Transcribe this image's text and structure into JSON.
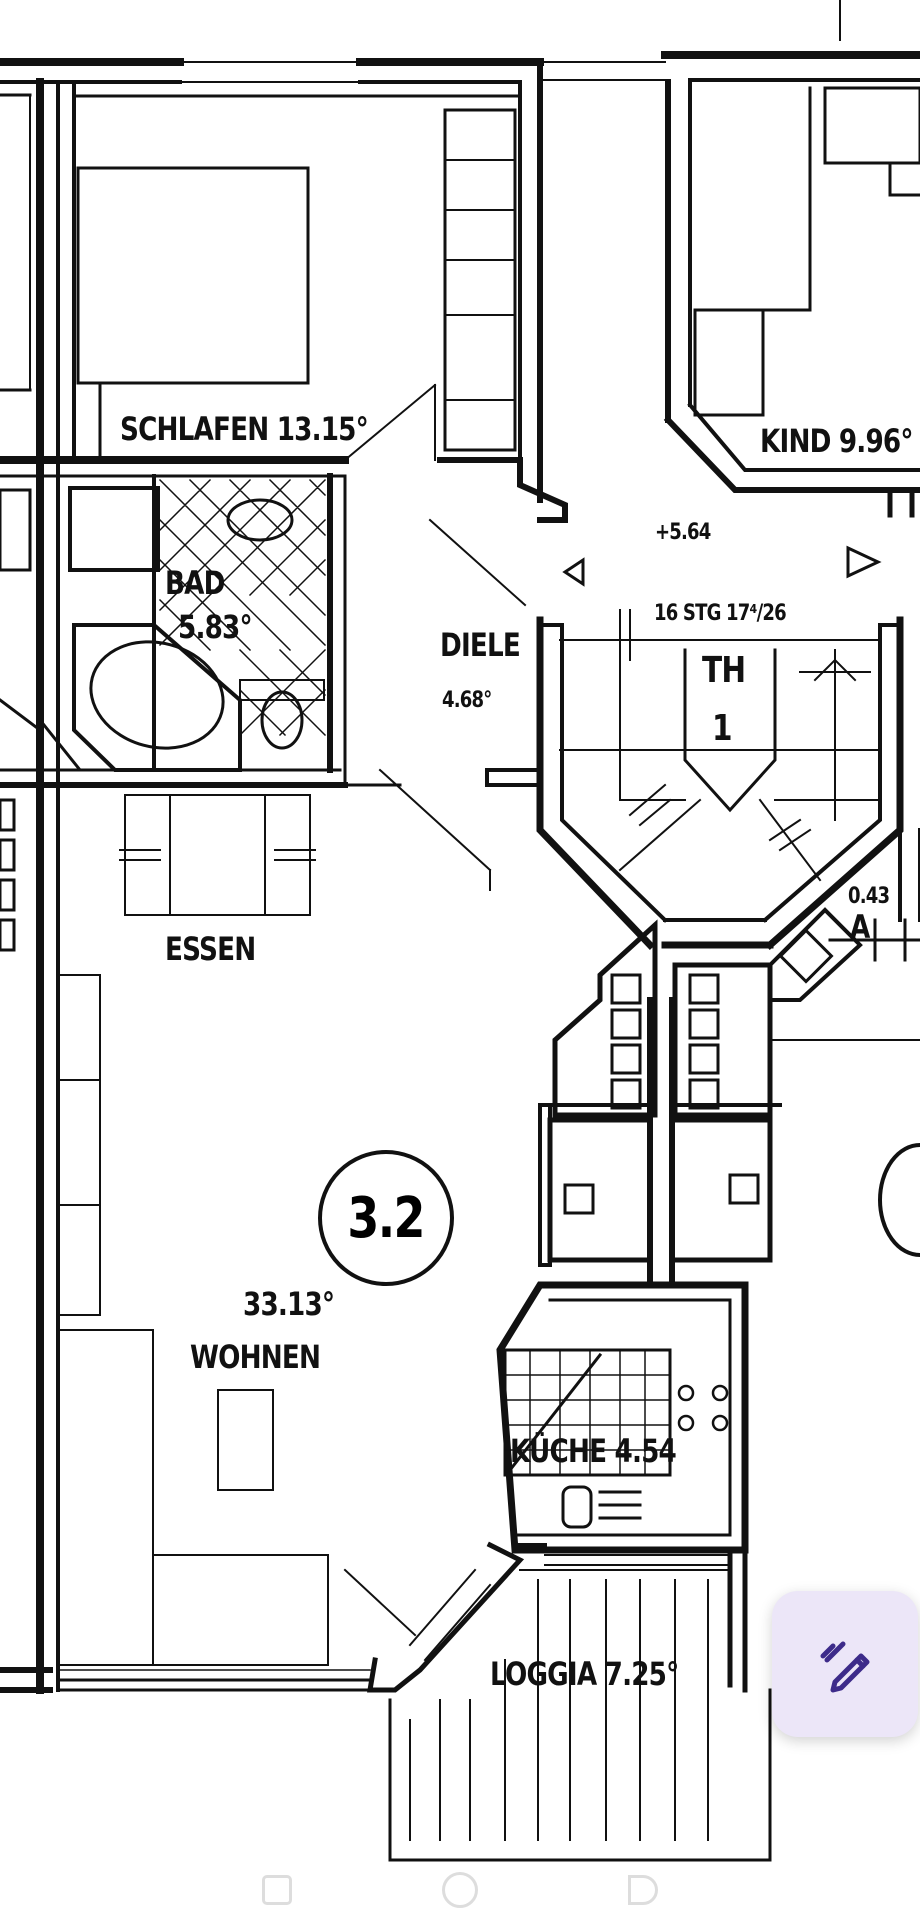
{
  "rooms": {
    "schlafen": "SCHLAFEN 13.15°",
    "kind": "KIND 9.96°",
    "bad_name": "BAD",
    "bad_area": "5.83°",
    "diele_name": "DIELE",
    "diele_area": "4.68°",
    "essen": "ESSEN",
    "wohnen_area": "33.13°",
    "wohnen_name": "WOHNEN",
    "kueche": "KÜCHE 4.54",
    "loggia": "LOGGIA 7.25°",
    "abstell_letter": "A",
    "abstell_area": "0.43"
  },
  "annotations": {
    "elevation": "+5.64",
    "stairs": "16 STG 17⁴/26",
    "th_label": "TH",
    "th_number": "1",
    "unit_number": "3.2"
  },
  "toolbar": {
    "edit_icon": "edit-pencil-icon",
    "accent": "#ece6f8",
    "icon_color": "#3d2b8a"
  }
}
